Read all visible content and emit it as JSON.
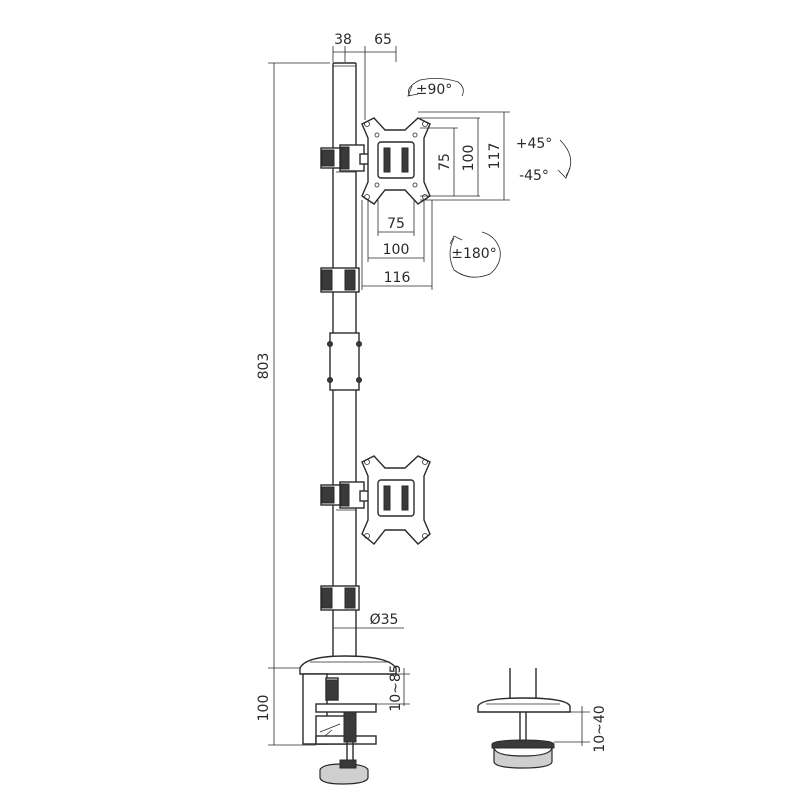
{
  "dimensions": {
    "top_offset_a": "38",
    "top_offset_b": "65",
    "rotation_90": "±90°",
    "tilt_up": "+45°",
    "tilt_down": "-45°",
    "vesa_h_75": "75",
    "vesa_h_100": "100",
    "plate_h_117": "117",
    "vesa_w_75": "75",
    "vesa_w_100": "100",
    "plate_w_116": "116",
    "rotation_180": "±180°",
    "total_height": "803",
    "pole_diameter": "Ø35",
    "clamp_height": "100",
    "clamp_range": "10~85",
    "grommet_range": "10~40"
  },
  "colors": {
    "line": "#2a2a2a",
    "accent_fill": "#3a3a3a",
    "knob_fill": "#cfcfcf"
  }
}
